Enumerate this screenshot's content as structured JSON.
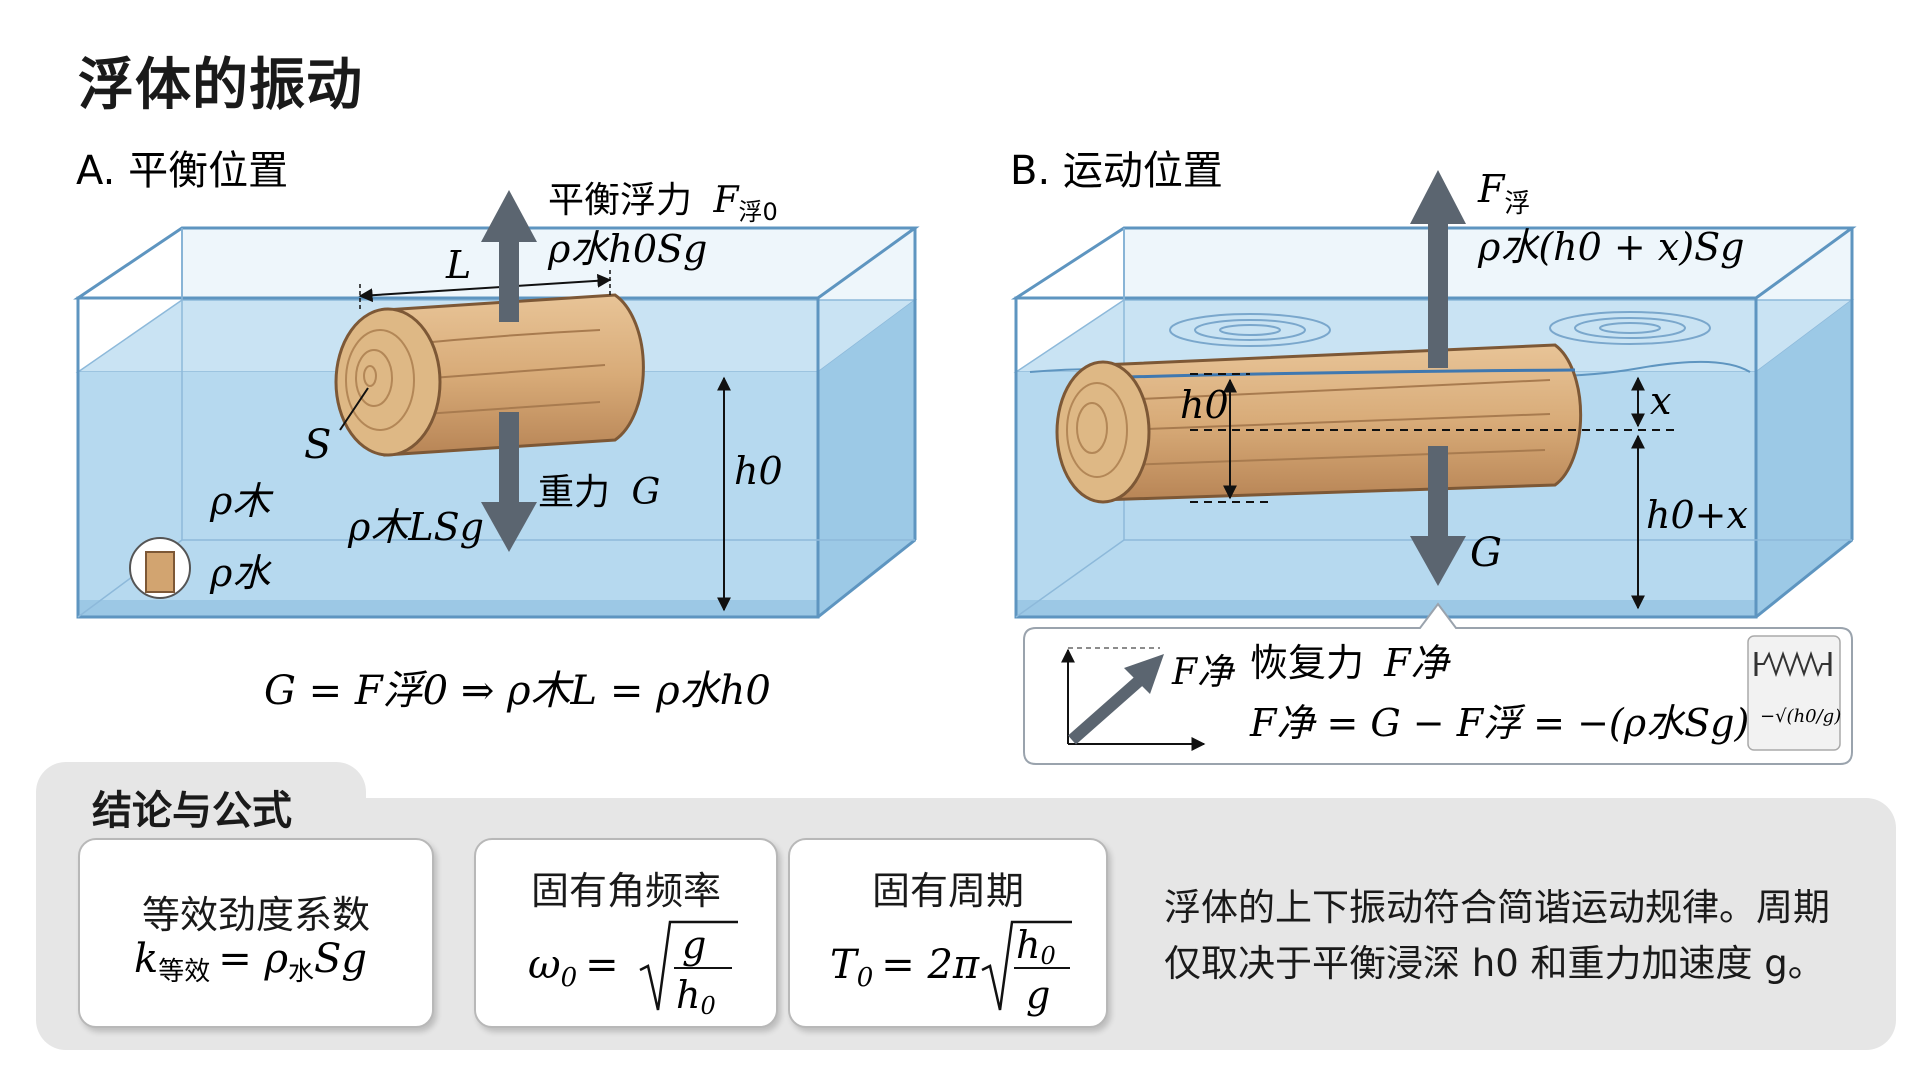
{
  "title": "浮体的振动",
  "panel_a": {
    "label": "A. 平衡位置",
    "buoyancy_label": "平衡浮力",
    "buoyancy_symbol": "F",
    "buoyancy_sub": "浮0",
    "buoyancy_formula": "ρ水h0Sg",
    "length_symbol": "L",
    "area_symbol": "S",
    "gravity_label": "重力",
    "gravity_symbol": "G",
    "gravity_formula": "ρ木LSg",
    "depth_symbol": "h0",
    "wood_density": "ρ木",
    "water_density": "ρ水",
    "equation": "G = F浮0 ⇒ ρ木L = ρ水h0"
  },
  "panel_b": {
    "label": "B. 运动位置",
    "buoyancy_symbol": "F",
    "buoyancy_sub": "浮",
    "buoyancy_formula": "ρ水(h0 + x)Sg",
    "depth_left": "h0",
    "displacement": "x",
    "depth_right": "h0+x",
    "gravity_symbol": "G",
    "restoring": {
      "graph_label": "F净",
      "title": "恢复力",
      "title_symbol": "F净",
      "formula": "F净 = G − F浮 = −(ρ水Sg)x",
      "inset_formula": "−√(h0/g)"
    }
  },
  "conclusion": {
    "title": "结论与公式",
    "cards": [
      {
        "title": "等效劲度系数",
        "formula": "k等效 = ρ水Sg"
      },
      {
        "title": "固有角频率",
        "formula": "ω0 = √(g/h0)"
      },
      {
        "title": "固有周期",
        "formula": "T0 = 2π√(h0/g)"
      }
    ],
    "summary": "浮体的上下振动符合简谐运动规律。周期仅取决于平衡浸深 h0 和重力加速度 g。"
  },
  "colors": {
    "water_light": "#cfe6f4",
    "water": "#b3d7ee",
    "wood": "#d9ae7e",
    "arrow": "#5b6570",
    "tank_edge": "#5e95c0"
  }
}
